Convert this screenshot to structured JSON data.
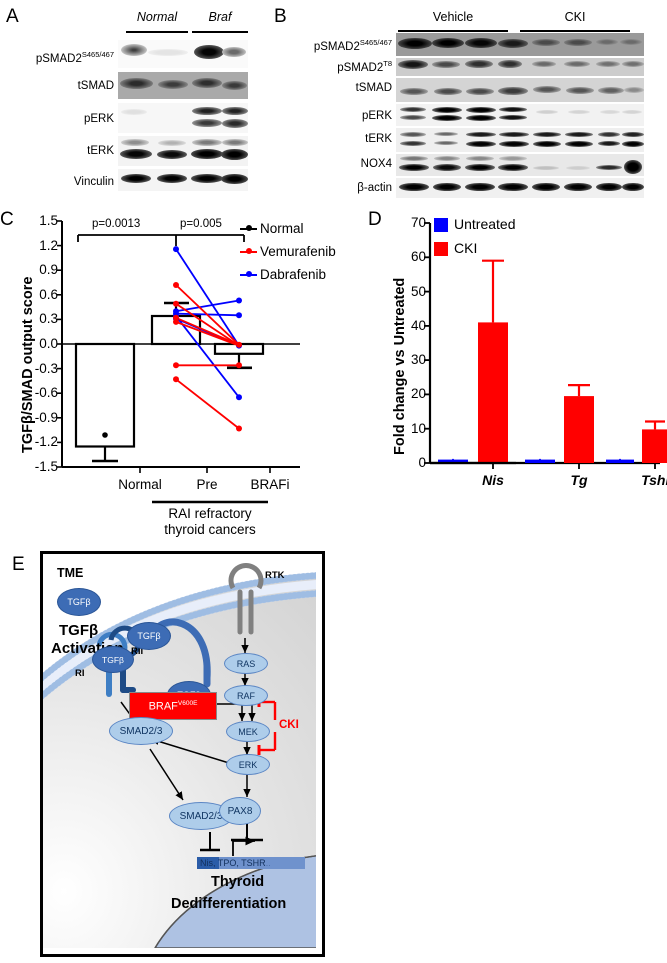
{
  "figure": {
    "panels": [
      "A",
      "B",
      "C",
      "D",
      "E"
    ]
  },
  "panelA": {
    "letter": "A",
    "groups": [
      {
        "label": "Normal",
        "lanes": 2
      },
      {
        "label": "Braf",
        "lanes": 2
      }
    ],
    "rows": [
      {
        "label": "pSMAD2",
        "sup": "S465/467"
      },
      {
        "label": "tSMAD",
        "sup": ""
      },
      {
        "label": "pERK",
        "sup": ""
      },
      {
        "label": "tERK",
        "sup": ""
      },
      {
        "label": "Vinculin",
        "sup": ""
      }
    ]
  },
  "panelB": {
    "letter": "B",
    "groups": [
      {
        "label": "Vehicle",
        "lanes": 4
      },
      {
        "label": "CKI",
        "lanes": 4
      }
    ],
    "rows": [
      {
        "label": "pSMAD2",
        "sup": "S465/467"
      },
      {
        "label": "pSMAD2",
        "sup": "T8"
      },
      {
        "label": "tSMAD",
        "sup": ""
      },
      {
        "label": "pERK",
        "sup": ""
      },
      {
        "label": "tERK",
        "sup": ""
      },
      {
        "label": "NOX4",
        "sup": ""
      },
      {
        "label": "β-actin",
        "sup": ""
      }
    ]
  },
  "panelC": {
    "letter": "C",
    "ylabel": "TGFβ/SMAD output score",
    "yticks": [
      "1.5",
      "1.2",
      "0.9",
      "0.6",
      "0.3",
      "0.0",
      "-0.3",
      "-0.6",
      "-0.9",
      "-1.2",
      "-1.5"
    ],
    "ylim": [
      -1.5,
      1.5
    ],
    "xticks": [
      "Normal",
      "Pre",
      "BRAFi"
    ],
    "group_bracket_label_line1": "RAI refractory",
    "group_bracket_label_line2": "thyroid cancers",
    "pvalues": [
      {
        "text": "p=0.0013",
        "from": "Normal",
        "to": "Pre"
      },
      {
        "text": "p=0.005",
        "from": "Pre",
        "to": "BRAFi"
      }
    ],
    "legend": [
      {
        "label": "Normal",
        "color": "#000000"
      },
      {
        "label": "Vemurafenib",
        "color": "#ff0000"
      },
      {
        "label": "Dabrafenib",
        "color": "#0000ff"
      }
    ]
  },
  "panelD": {
    "letter": "D",
    "ylabel": "Fold change vs Untreated",
    "yticks": [
      "70",
      "60",
      "50",
      "40",
      "30",
      "20",
      "10",
      "0"
    ],
    "ylim": [
      0,
      70
    ],
    "xticks": [
      "Nis",
      "Tg",
      "Tshr"
    ],
    "legend": [
      {
        "label": "Untreated",
        "color": "#0000ff"
      },
      {
        "label": "CKI",
        "color": "#ff0000"
      }
    ]
  },
  "panelE": {
    "letter": "E",
    "tme_label": "TME",
    "activation_line1": "TGFβ",
    "activation_line2": "Activation",
    "receptor_RI": "RI",
    "receptor_RII": "RII",
    "rtk_label": "RTK",
    "nodes": {
      "tgfb_free": "TGFβ",
      "tgfb_mid": "TGFβ",
      "tgfb_bound": "TGFβ",
      "tgfb_intra": "TGFβ",
      "ras": "RAS",
      "raf": "RAF",
      "mek": "MEK",
      "erk": "ERK",
      "braf": "BRAF",
      "braf_sup": "V600E",
      "cki": "CKI",
      "smad_cyto": "SMAD2/3",
      "smad_nuc": "SMAD2/3",
      "pax8": "PAX8",
      "gene_box": "Nis, TPO, TSHR",
      "gene_box_ellipsis": "..",
      "thyroid_line1": "Thyroid",
      "thyroid_line2": "Dedifferentiation"
    },
    "colors": {
      "braf_box": "#ff0000",
      "cki_red": "#ff0000",
      "node_dark_blue": "#3d6cb5",
      "node_light_blue": "#aecdea",
      "nucleus": "#aec2e3",
      "gene_bar": "#2a5ca8"
    }
  },
  "chart_data": [
    {
      "type": "scatter",
      "panel": "C",
      "title": "",
      "xlabel": "",
      "ylabel": "TGFβ/SMAD output score",
      "ylim": [
        -1.5,
        1.5
      ],
      "yticks": [
        1.5,
        1.2,
        0.9,
        0.6,
        0.3,
        0.0,
        -0.3,
        -0.6,
        -0.9,
        -1.2,
        -1.5
      ],
      "categories": [
        "Normal",
        "Pre",
        "BRAFi"
      ],
      "bars": [
        {
          "category": "Normal",
          "mean": -1.25,
          "err_low": -1.43,
          "err_high": -1.25
        },
        {
          "category": "Pre",
          "mean": 0.34,
          "err_low": 0.34,
          "err_high": 0.5
        },
        {
          "category": "BRAFi",
          "mean": -0.12,
          "err_low": -0.29,
          "err_high": -0.12
        }
      ],
      "points_normal": [
        {
          "category": "Normal",
          "value": -1.11
        }
      ],
      "paired_lines": [
        {
          "series": "Dabrafenib",
          "color": "#0000ff",
          "pre": 1.16,
          "post": -0.02
        },
        {
          "series": "Dabrafenib",
          "color": "#0000ff",
          "pre": 0.4,
          "post": 0.53
        },
        {
          "series": "Dabrafenib",
          "color": "#0000ff",
          "pre": 0.37,
          "post": 0.35
        },
        {
          "series": "Dabrafenib",
          "color": "#0000ff",
          "pre": 0.34,
          "post": -0.65
        },
        {
          "series": "Dabrafenib",
          "color": "#0000ff",
          "pre": 0.31,
          "post": -0.02
        },
        {
          "series": "Vemurafenib",
          "color": "#ff0000",
          "pre": 0.72,
          "post": -0.01
        },
        {
          "series": "Vemurafenib",
          "color": "#ff0000",
          "pre": 0.49,
          "post": -0.02
        },
        {
          "series": "Vemurafenib",
          "color": "#ff0000",
          "pre": 0.32,
          "post": -0.01
        },
        {
          "series": "Vemurafenib",
          "color": "#ff0000",
          "pre": 0.27,
          "post": -0.02
        },
        {
          "series": "Vemurafenib",
          "color": "#ff0000",
          "pre": -0.26,
          "post": -0.26
        },
        {
          "series": "Vemurafenib",
          "color": "#ff0000",
          "pre": -0.43,
          "post": -1.03
        }
      ],
      "annotations": [
        "p=0.0013",
        "p=0.005"
      ],
      "legend_position": "top-right",
      "grid": false
    },
    {
      "type": "bar",
      "panel": "D",
      "title": "",
      "xlabel": "",
      "ylabel": "Fold change vs Untreated",
      "ylim": [
        0,
        70
      ],
      "yticks": [
        0,
        10,
        20,
        30,
        40,
        50,
        60,
        70
      ],
      "categories": [
        "Nis",
        "Tg",
        "Tshr"
      ],
      "series": [
        {
          "name": "Untreated",
          "color": "#0000ff",
          "values": [
            1.0,
            1.0,
            1.0
          ],
          "errors": [
            0.2,
            0.2,
            0.2
          ]
        },
        {
          "name": "CKI",
          "color": "#ff0000",
          "values": [
            41.0,
            19.5,
            9.8
          ],
          "errors": [
            18.0,
            3.2,
            2.3
          ]
        }
      ],
      "legend_position": "top-left",
      "grid": false
    }
  ]
}
